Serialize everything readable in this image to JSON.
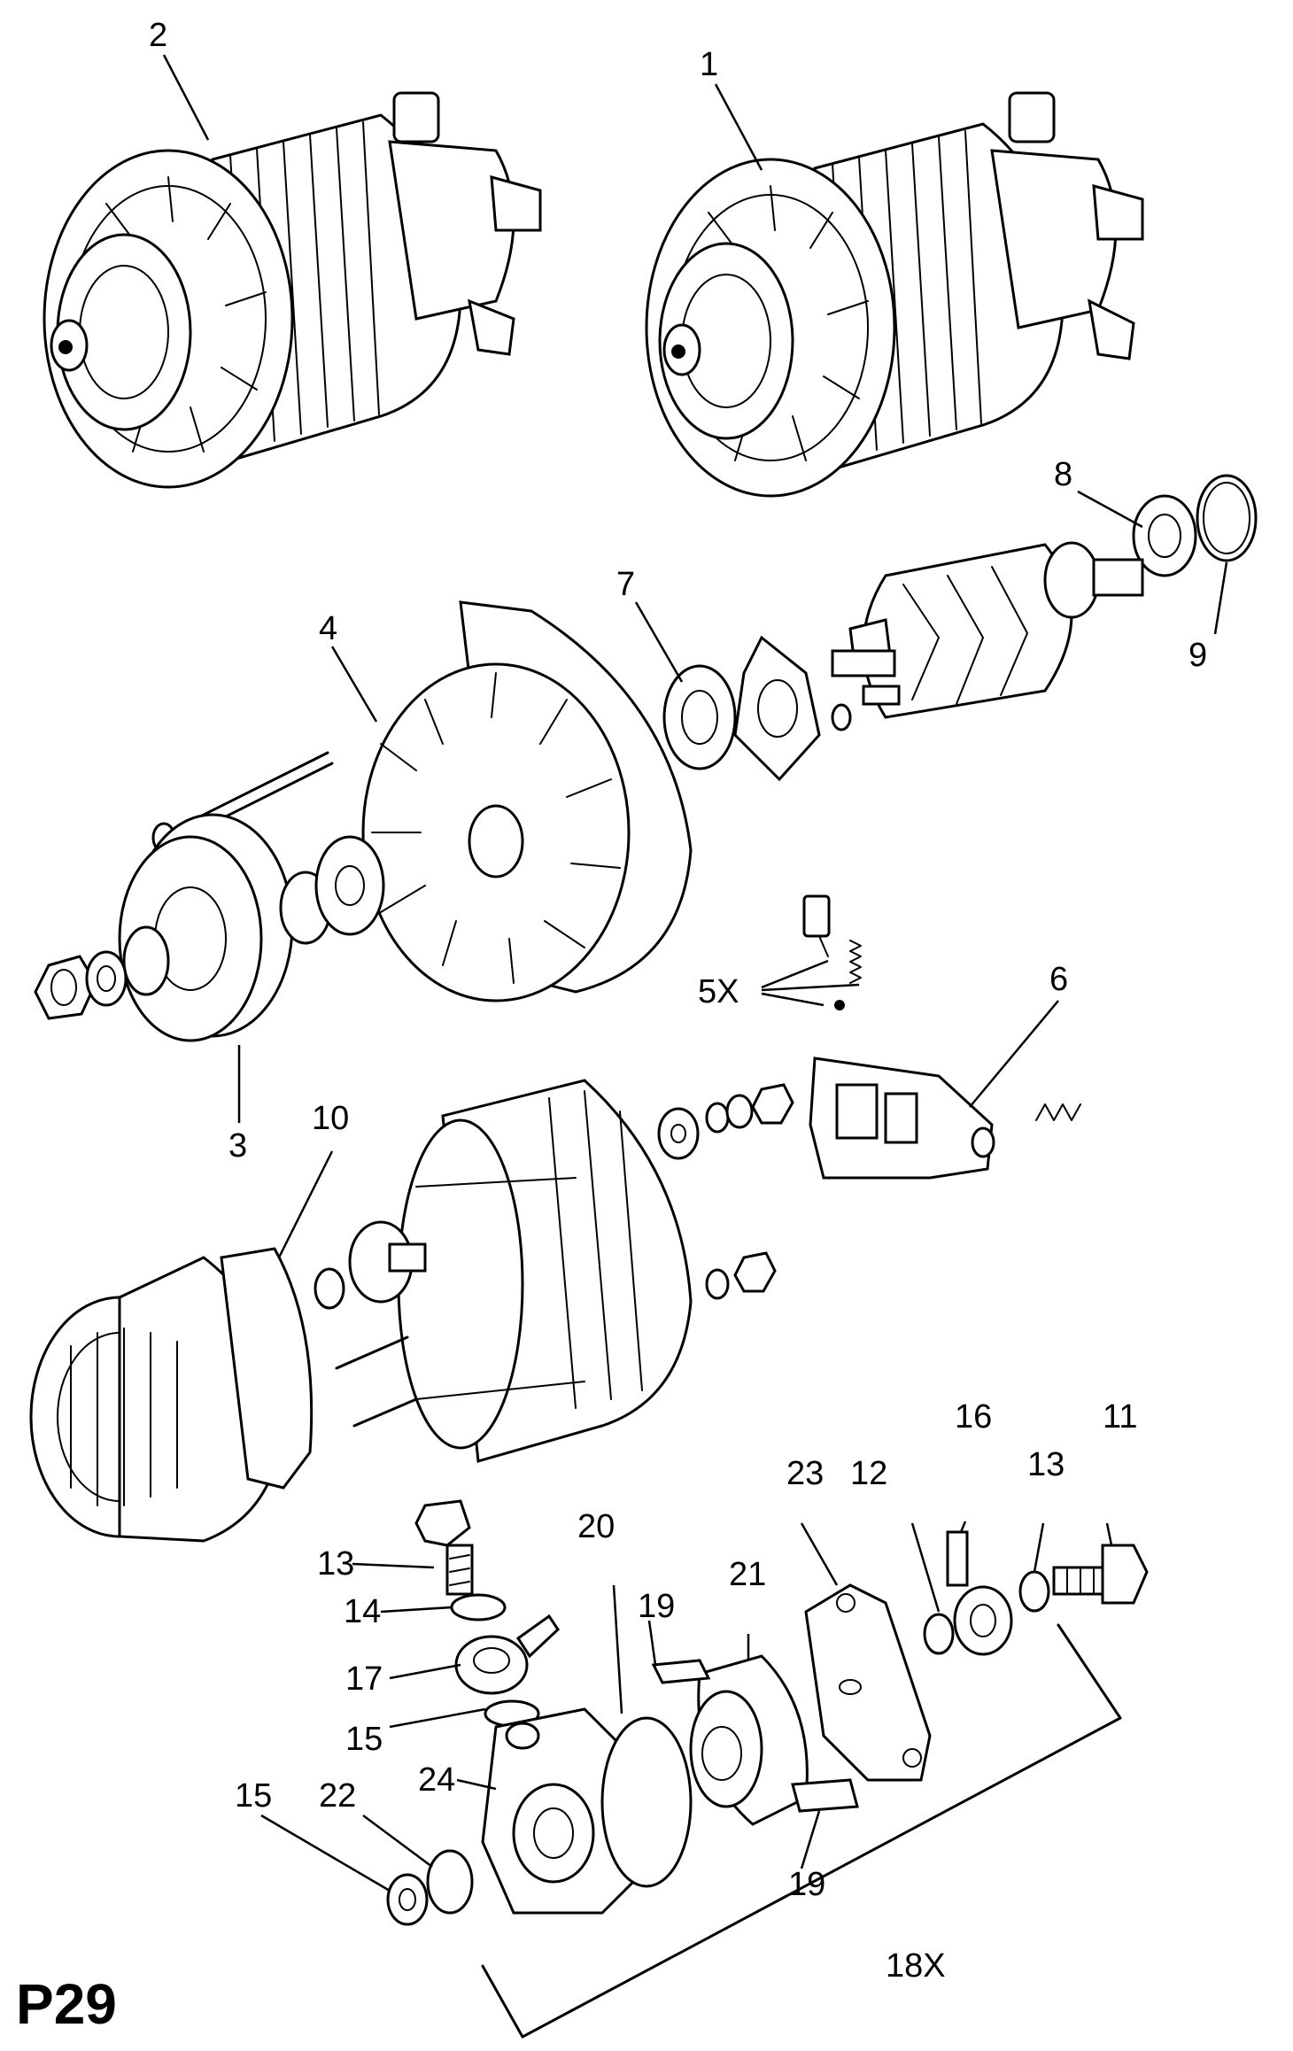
{
  "page_code": "P29",
  "callouts": [
    "1",
    "2",
    "3",
    "4",
    "5X",
    "6",
    "7",
    "8",
    "9",
    "10",
    "11",
    "12",
    "13",
    "13",
    "14",
    "15",
    "15",
    "16",
    "17",
    "18X",
    "19",
    "19",
    "20",
    "21",
    "22",
    "23",
    "24"
  ]
}
